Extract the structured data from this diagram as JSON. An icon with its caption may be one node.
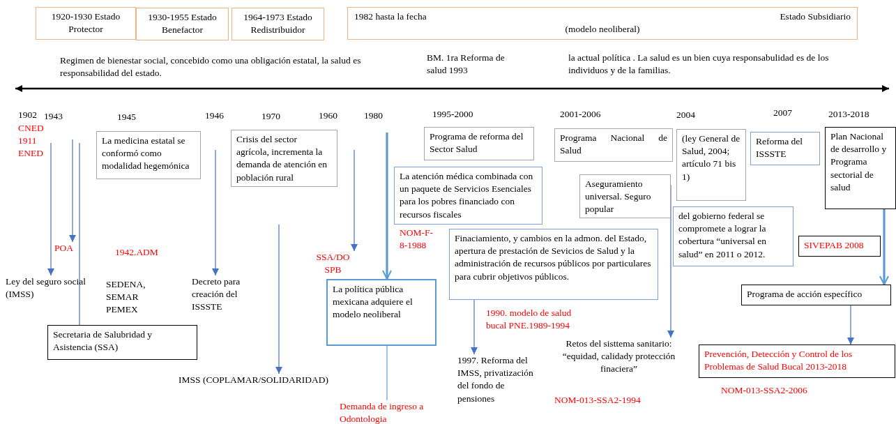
{
  "diagram": {
    "nodes": [
      {
        "text": [
          "1920-1930 Estado Protector"
        ]
      },
      {
        "text": [
          "1930-1955 Estado Benefactor"
        ]
      },
      {
        "text": [
          "1964-1973 Estado Redistribuidor"
        ]
      },
      {
        "text": [
          "1982 hasta la fecha",
          "Estado Subsidiario",
          "(modelo neoliberal)"
        ]
      },
      {
        "text": [
          "La medicina estatal se conformó como modalidad hegemónica"
        ]
      },
      {
        "text": [
          "Crisis del sector agrícola, incrementa la demanda de atención en población rural"
        ]
      },
      {
        "text": [
          "Programa de reforma del Sector Salud"
        ]
      },
      {
        "text": [
          "Programa Nacional de Salud"
        ]
      },
      {
        "text": [
          "(ley General de Salud, 2004; artículo 71 bis 1)"
        ]
      },
      {
        "text": [
          "Reforma del ISSSTE"
        ]
      },
      {
        "text": [
          "Plan Nacional de desarrollo y Programa sectorial de salud"
        ]
      },
      {
        "text": [
          "La atención médica combinada con un paquete de Servicios Esenciales para los pobres financiado con recursos fiscales"
        ]
      },
      {
        "text": [
          "Aseguramiento universal. Seguro popular"
        ]
      },
      {
        "text": [
          "del gobierno federal se compromete a lograr la cobertura “universal en salud” en 2011 o 2012."
        ]
      },
      {
        "text": [
          "Finaciamiento, y cambios en la admon. del Estado, apertura de prestación de Sevicios de Salud y la administración de recursos públicos por particulares para cubrir objetivos públicos."
        ]
      },
      {
        "text": [
          "SIVEPAB 2008"
        ]
      },
      {
        "text": [
          "La política pública mexicana adquiere el modelo neoliberal"
        ]
      },
      {
        "text": [
          "Programa de acción específico"
        ]
      },
      {
        "text": [
          "Secretaria de Salubridad y Asistencia (SSA)"
        ]
      },
      {
        "text": [
          "Prevención, Detección y Control de los Problemas de Salud Bucal 2013-2018"
        ]
      },
      {
        "text": [
          "Ley del seguro social (IMSS)"
        ]
      },
      {
        "text": [
          "POA"
        ]
      },
      {
        "text": [
          "Decreto para creación del ISSSTE"
        ]
      },
      {
        "text": [
          "SSA/DO SPB"
        ]
      },
      {
        "text": [
          "IMSS (COPLAMAR/SOLIDARIDAD)"
        ]
      },
      {
        "text": [
          "Demanda de ingreso a Odontologia"
        ]
      },
      {
        "text": [
          "1997. Reforma del IMSS, privatización del fondo de pensiones"
        ]
      },
      {
        "text": [
          "Retos del sisttema sanitario: “equidad, calidady protección finaciera”"
        ]
      }
    ],
    "edges": [
      {
        "from": null,
        "to": 20,
        "arrow": "to"
      },
      {
        "from": null,
        "to": 21,
        "arrow": "to"
      },
      {
        "from": null,
        "to": 18,
        "arrow": "none"
      },
      {
        "from": null,
        "to": 22,
        "arrow": "to"
      },
      {
        "from": null,
        "to": 24,
        "arrow": "to"
      },
      {
        "from": null,
        "to": 23,
        "arrow": "to"
      },
      {
        "from": null,
        "to": 16,
        "arrow": "to",
        "style": "thick",
        "color": "#5b9bd5"
      },
      {
        "from": 16,
        "to": 25,
        "arrow": "none",
        "color": "#5b9bd5"
      },
      {
        "from": 14,
        "to": 26,
        "arrow": "to"
      },
      {
        "from": 12,
        "to": 27,
        "arrow": "to"
      },
      {
        "from": 10,
        "to": 17,
        "arrow": "to",
        "style": "thick",
        "color": "#5b9bd5"
      },
      {
        "from": 17,
        "to": 19,
        "arrow": "to"
      }
    ],
    "labels": [
      "Regimen de bienestar social, concebido como una obligación estatal, la salud es responsabilidad del estado.",
      "BM. 1ra Reforma de salud 1993",
      "la actual política . La salud es un bien cuya responsabulidad es de los individuos y de la familias.",
      "1902",
      "1943",
      "1945",
      "1946",
      "1970",
      "1960",
      "1980",
      "1995-2000",
      "2001-2006",
      "2004",
      "2007",
      "2013-2018",
      "CNED 1911 ENED",
      "1942.ADM",
      "SEDENA, SEMAR PEMEX",
      "NOM-F-8-1988",
      "1990. modelo de salud bucal PNE.1989-1994",
      "NOM-013-SSA2-1994",
      "NOM-013-SSA2-2006"
    ]
  }
}
